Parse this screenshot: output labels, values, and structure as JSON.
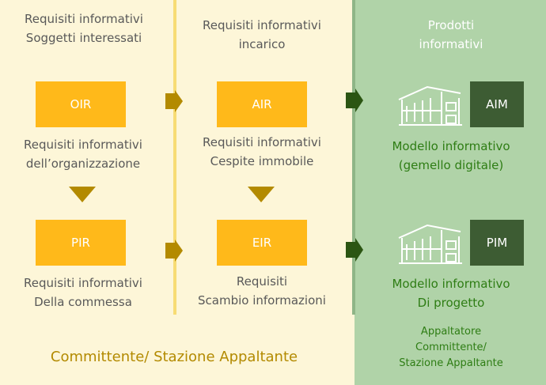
{
  "col1": {
    "header_line1": "Requisiti informativi",
    "header_line2": "Soggetti interessati",
    "box_top": "OIR",
    "desc_top_line1": "Requisiti informativi",
    "desc_top_line2": "dell’organizzazione",
    "box_bottom": "PIR",
    "desc_bottom_line1": "Requisiti informativi",
    "desc_bottom_line2": "Della commessa",
    "footer": "Committente/ Stazione Appaltante"
  },
  "col2": {
    "header_line1": "Requisiti informativi",
    "header_line2": "incarico",
    "box_top": "AIR",
    "desc_top_line1": "Requisiti informativi",
    "desc_top_line2": "Cespite immobile",
    "box_bottom": "EIR",
    "desc_bottom_line1": "Requisiti",
    "desc_bottom_line2": "Scambio informazioni"
  },
  "col3": {
    "header_line1": "Prodotti",
    "header_line2": "informativi",
    "box_top": "AIM",
    "desc_top_line1": "Modello informativo",
    "desc_top_line2": "(gemello digitale)",
    "box_bottom": "PIM",
    "desc_bottom_line1": "Modello informativo",
    "desc_bottom_line2": "Di progetto",
    "footer_line1": "Appaltatore",
    "footer_line2": "Committente/",
    "footer_line3": "Stazione Appaltante"
  },
  "colors": {
    "left_bg": "#fdf6d8",
    "right_bg": "#b0d3a8",
    "yellow_box": "#ffb91a",
    "green_box": "#3d5c33",
    "gold_arrow": "#b38a00",
    "green_arrow": "#2b5512"
  },
  "icons": [
    "building-icon",
    "arrow-right-icon",
    "arrow-down-icon"
  ]
}
